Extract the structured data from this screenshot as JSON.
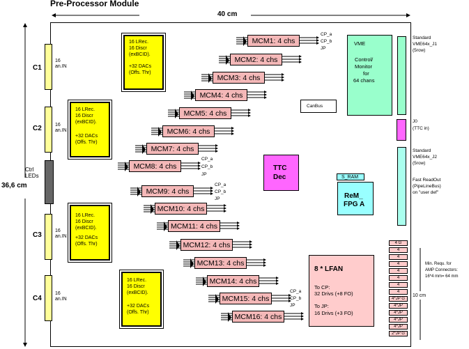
{
  "title": "Pre-Processor Module",
  "width_label": "40 cm",
  "height_label": "36,6 cm",
  "bottom_label": "10 cm",
  "connectors": [
    {
      "name": "C1",
      "sub": "16\nan.IN"
    },
    {
      "name": "C2",
      "sub": "16\nan.IN"
    },
    {
      "name": "C3",
      "sub": "16\nan.IN"
    },
    {
      "name": "C4",
      "sub": "16\nan.IN"
    }
  ],
  "ctrl_leds": "Ctrl\nLEDs",
  "receiver_box": {
    "line1": "16 LRec.",
    "line2": "16 Discr",
    "line3": "(exBCID).",
    "line4": "+32 DACs",
    "line5": "(Offs. Thr)"
  },
  "receiver_box_c3": {
    "line1": "16 LRec.",
    "line2": "16 Discr",
    "line3": "(exBCID).",
    "line4": "+32 DACs",
    "line5": "(Offs. Thr)"
  },
  "receiver_box_c4": {
    "line1": "16 LRec.",
    "line2": "16 Discr",
    "line3": "(exBCID).",
    "line4": "+32 DACs",
    "line5": "(Offs. Thr)"
  },
  "mcms": [
    "MCM1: 4 chs",
    "MCM2: 4 chs",
    "MCM3: 4 chs",
    "MCM4: 4 chs",
    "MCM5: 4 chs",
    "MCM6: 4 chs",
    "MCM7: 4 chs",
    "MCM8: 4 chs",
    "MCM9: 4 chs",
    "MCM10: 4 chs",
    "MCM11: 4 chs",
    "MCM12: 4 chs",
    "MCM13: 4 chs",
    "MCM14: 4 chs",
    "MCM15: 4 chs",
    "MCM16: 4 chs"
  ],
  "cp_labels": {
    "cp_a": "CP_a",
    "cp_b": "CP_b",
    "jp": "JP"
  },
  "vme": {
    "title": "VME",
    "line1": "Control/",
    "line2": "Monitor",
    "line3": "for",
    "line4": "64 chans"
  },
  "canbus": "CanBus",
  "ttc": {
    "line1": "TTC",
    "line2": "Dec"
  },
  "s_ram": "S_RAM",
  "rem": {
    "line1": "ReM_",
    "line2": "FPG A"
  },
  "lfan": {
    "title": "8 * LFAN",
    "line1": "To CP:",
    "line2": "32 Drivs (+8 FO)",
    "line3": "To JP:",
    "line4": "16 Drivs (+3 FO)"
  },
  "right_labels": {
    "j1_1": "Standard",
    "j1_2": "VME64x_J1",
    "j1_3": "(5row)",
    "j0_1": "J0",
    "j0_2": "(TTC in)",
    "j2_1": "Standard",
    "j2_2": "VME64x_J2",
    "j2_3": "(5row)",
    "fr_1": "Fast ReadOut",
    "fr_2": "(PipeLineBus)",
    "fr_3": "on \"user def\"",
    "min_1": "Min. Requ. for",
    "min_2": "AMP Connectors:",
    "min_3": "16*4 mm= 64 mm"
  },
  "pins": [
    "4 G",
    "4",
    "4",
    "4",
    "4",
    "4",
    "4",
    "4",
    "4*JP G",
    "4*JP",
    "4*JP",
    "4*JP",
    "4*JP",
    "2*JP G"
  ],
  "colors": {
    "mcm": "#f4b8b8",
    "yellow": "#ffff00",
    "green": "#99ffcc",
    "magenta": "#ff66ff",
    "light_yellow": "#ffff99"
  }
}
